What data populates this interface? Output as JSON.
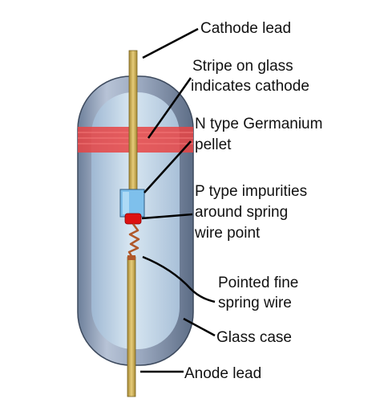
{
  "labels": {
    "cathode_lead": "Cathode lead",
    "stripe_line1": "Stripe on glass",
    "stripe_line2": "indicates cathode",
    "ntype_line1": "N type Germanium",
    "ntype_line2": "pellet",
    "ptype_line1": "P type impurities",
    "ptype_line2": "around spring",
    "ptype_line3": "wire point",
    "spring_line1": "Pointed fine",
    "spring_line2": "spring wire",
    "glass_case": "Glass case",
    "anode_lead": "Anode lead"
  },
  "colors": {
    "glass_outer": "#8a9bb5",
    "glass_inner": "#c9dcea",
    "stripe": "#e84444",
    "lead": "#c9a84a",
    "pellet": "#7ec0ec",
    "p_region": "#dd1111",
    "spring_wire": "#b0582a"
  }
}
